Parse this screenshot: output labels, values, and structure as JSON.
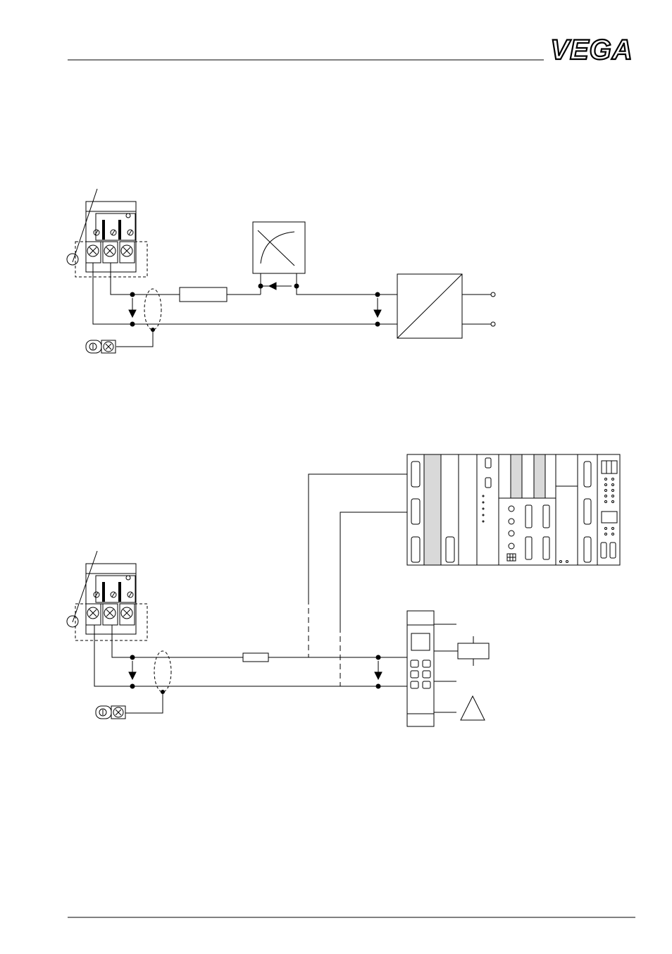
{
  "header": {
    "logo_text": "VEGA"
  },
  "diagrams": [
    {
      "kind": "wiring-diagram",
      "components": [
        "sensor-terminal-block",
        "resistor",
        "analog-meter",
        "signal-converter",
        "ground-terminal",
        "shielded-cable"
      ]
    },
    {
      "kind": "wiring-diagram",
      "components": [
        "sensor-terminal-block",
        "resistor",
        "plc-rack",
        "din-rail-controller",
        "relay",
        "warning-triangle",
        "ground-terminal",
        "shielded-cable"
      ]
    }
  ]
}
